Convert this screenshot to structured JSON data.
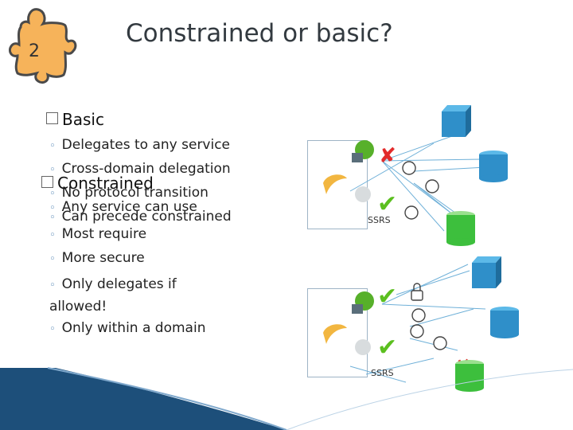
{
  "slide": {
    "badge_number": "2",
    "title": "Constrained or basic?"
  },
  "bullets": {
    "basic_heading": "Basic",
    "basic_items": [
      "Delegates to any service",
      "Cross-domain delegation",
      "No protocol transition",
      "Any service can use",
      "Can precede constrained"
    ],
    "constrained_heading": "Constrained",
    "constrained_items": [
      "Most require",
      "More secure",
      "Only delegates if allowed!",
      "Only within a domain"
    ]
  },
  "diagram": {
    "top_server_label": "SSRS",
    "bottom_server_label": "SSRS",
    "colors": {
      "db_blue": "#2f8fc9",
      "db_green": "#3dbf3d",
      "check_green": "#5bbf1f",
      "cross_red": "#e22a2a",
      "arrow_line": "#6fb0d8"
    }
  }
}
